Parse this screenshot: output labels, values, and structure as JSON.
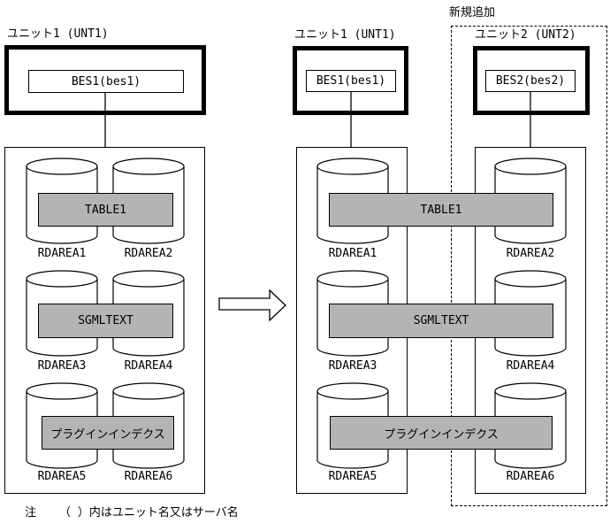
{
  "diagram": {
    "before": {
      "unit_label": "ユニット1 (UNT1)",
      "server_label": "BES1(bes1)",
      "bands": {
        "table": "TABLE1",
        "sgml": "SGMLTEXT",
        "plugin": "プラグインインデクス"
      },
      "rdareas": [
        "RDAREA1",
        "RDAREA2",
        "RDAREA3",
        "RDAREA4",
        "RDAREA5",
        "RDAREA6"
      ]
    },
    "after": {
      "annotation": "新規追加",
      "unit1_label": "ユニット1 (UNT1)",
      "unit1_server": "BES1(bes1)",
      "unit2_label": "ユニット2 (UNT2)",
      "unit2_server": "BES2(bes2)",
      "bands": {
        "table": "TABLE1",
        "sgml": "SGMLTEXT",
        "plugin": "プラグインインデクス"
      },
      "unit1_rdareas": [
        "RDAREA1",
        "RDAREA3",
        "RDAREA5"
      ],
      "unit2_rdareas": [
        "RDAREA2",
        "RDAREA4",
        "RDAREA6"
      ]
    },
    "note": {
      "prefix": "注",
      "body": "（ ）内はユニット名又はサーバ名"
    },
    "colors": {
      "band_fill": "#b4b4b4",
      "line": "#000000",
      "background": "#ffffff"
    }
  }
}
